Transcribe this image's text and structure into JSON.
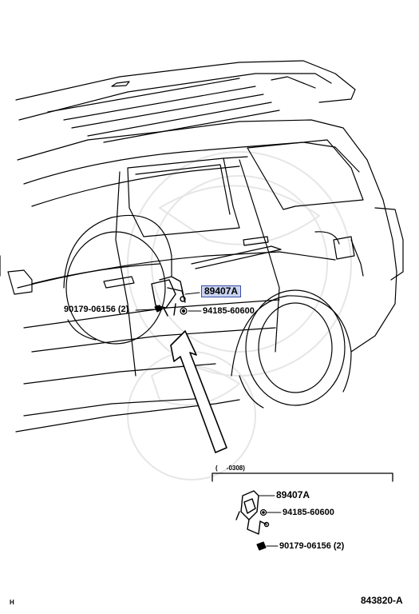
{
  "labels": {
    "main_part": "89407A",
    "main_nut": "94185-60600",
    "main_bolt": "90179-06156 (2)",
    "inset_range": "(     -0308)",
    "inset_part": "89407A",
    "inset_nut": "94185-60600",
    "inset_bolt": "90179-06156 (2)",
    "corner_mark": "H",
    "figure_id": "843820-A"
  }
}
